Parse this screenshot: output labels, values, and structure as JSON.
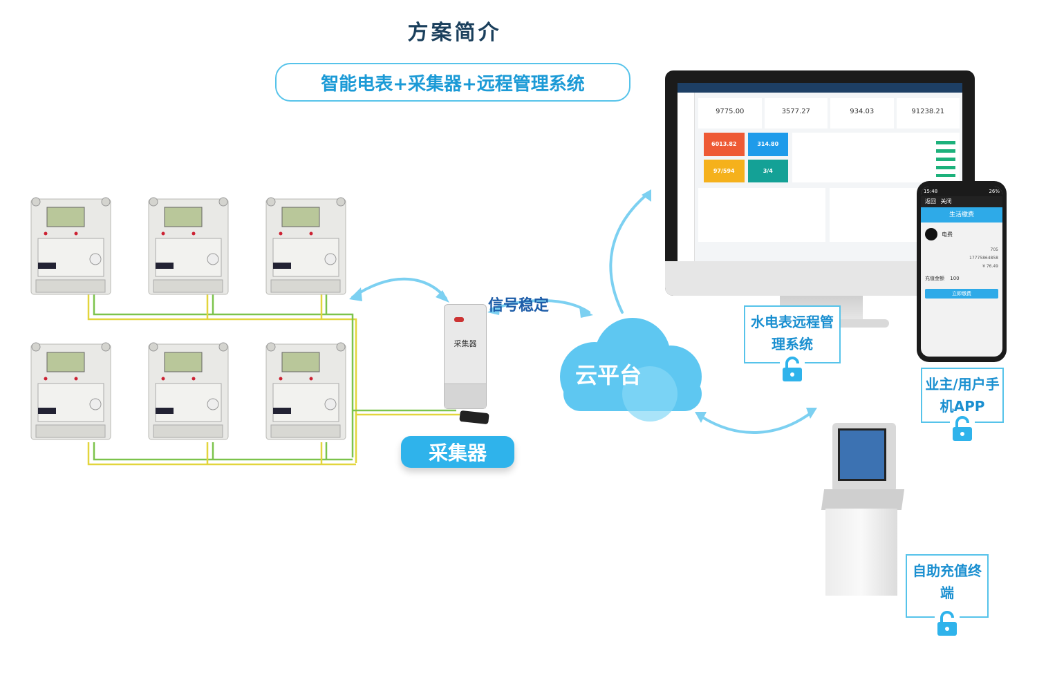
{
  "title": "方案简介",
  "subtitle": "智能电表+采集器+远程管理系统",
  "signal_label": "信号稳定",
  "collector_label": "采集器",
  "collector_device_label": "采集器",
  "cloud_label": "云平台",
  "boxes": {
    "water_system": "水电表远程管理系统",
    "app": "业主/用户手机APP",
    "terminal": "自助充值终端"
  },
  "dashboard": {
    "stats": [
      "9775.00",
      "3577.27",
      "934.03",
      "91238.21"
    ],
    "tiles": [
      {
        "value": "6013.82",
        "color": "#ee5a35"
      },
      {
        "value": "314.80",
        "color": "#1e9bea"
      },
      {
        "value": "97/594",
        "color": "#f5b11c"
      },
      {
        "value": "3/4",
        "color": "#14a196"
      }
    ]
  },
  "phone": {
    "header": "生活缴费",
    "back": "返回",
    "close": "关闭",
    "item": "电费",
    "amount_label": "充值金额",
    "amount": "100",
    "button": "立即缴费",
    "time": "15:48",
    "battery": "26%",
    "balance": "¥ 76.49",
    "room": "705",
    "phone_number": "17775864858"
  },
  "colors": {
    "accent": "#2fb3eb",
    "title": "#1a3f5c",
    "subtitle": "#1b9ad6"
  }
}
